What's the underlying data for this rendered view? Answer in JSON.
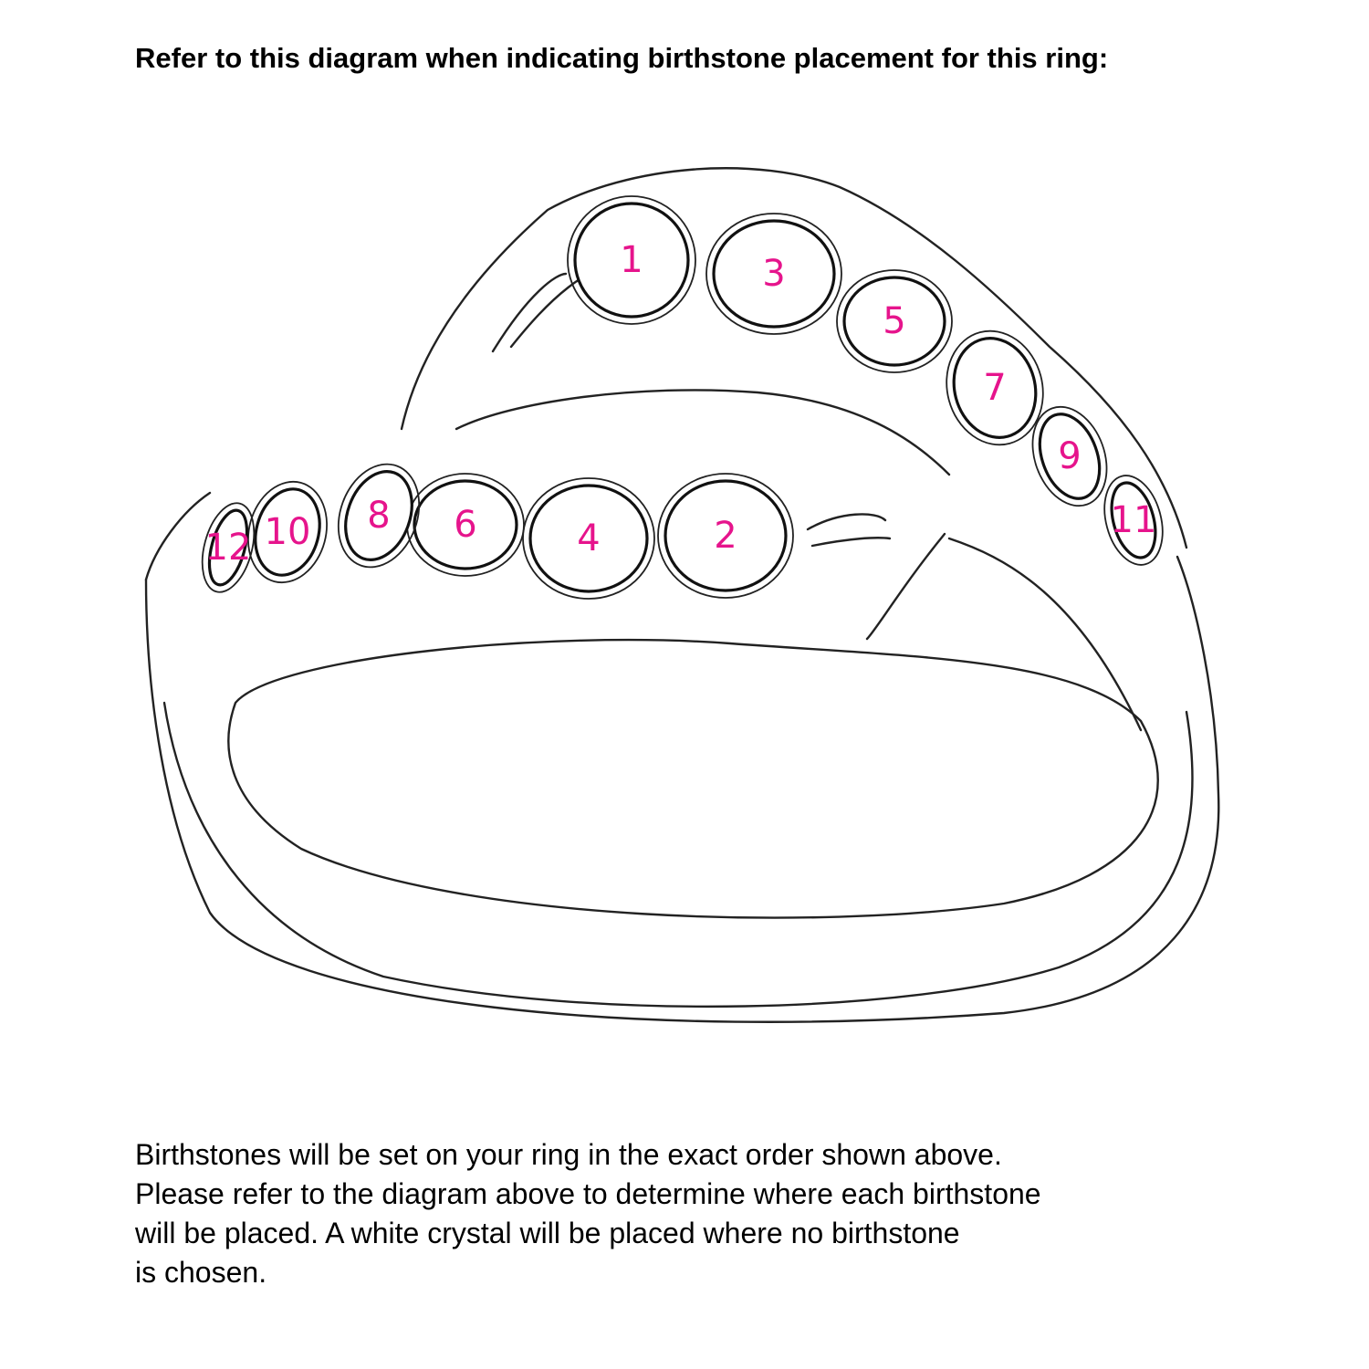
{
  "header": {
    "title": "Refer to this diagram when indicating birthstone placement for this ring:"
  },
  "diagram": {
    "accent_color": "#e6148c",
    "positions": [
      {
        "label": "1"
      },
      {
        "label": "2"
      },
      {
        "label": "3"
      },
      {
        "label": "4"
      },
      {
        "label": "5"
      },
      {
        "label": "6"
      },
      {
        "label": "7"
      },
      {
        "label": "8"
      },
      {
        "label": "9"
      },
      {
        "label": "10"
      },
      {
        "label": "11"
      },
      {
        "label": "12"
      }
    ]
  },
  "notes": {
    "lines": [
      "Birthstones will be set on your ring in the exact order shown above.",
      "Please refer to the diagram above to determine where each birthstone",
      "will be placed. A white crystal will be placed where no birthstone",
      "is chosen."
    ]
  }
}
